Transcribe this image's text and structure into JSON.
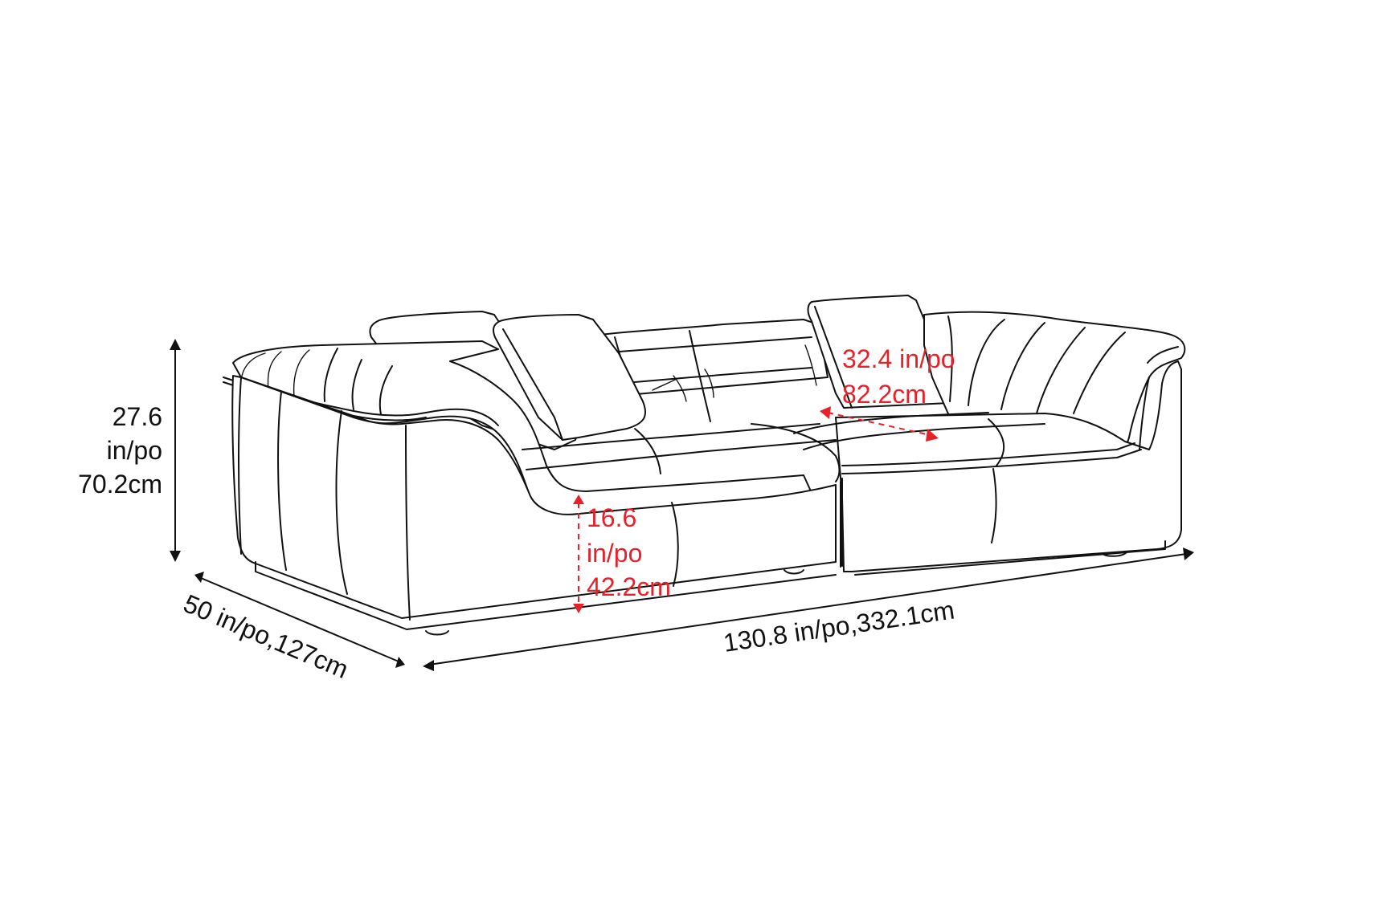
{
  "diagram": {
    "subject": "Three-piece modular sofa with two loose back cushions",
    "colors": {
      "outline": "#111111",
      "overall_dimension": "#111111",
      "inner_dimension": "#e8202a",
      "background": "#ffffff"
    },
    "dimensions": {
      "height": {
        "value_in": "27.6",
        "unit_line": "in/po",
        "value_cm": "70.2cm"
      },
      "depth": {
        "label": "50 in/po,127cm"
      },
      "width": {
        "label": "130.8 in/po,332.1cm"
      },
      "seat_height": {
        "value_in": "16.6",
        "unit_line": "in/po",
        "value_cm": "42.2cm"
      },
      "seat_depth": {
        "value_in_line": "32.4 in/po",
        "value_cm": "82.2cm"
      }
    }
  }
}
